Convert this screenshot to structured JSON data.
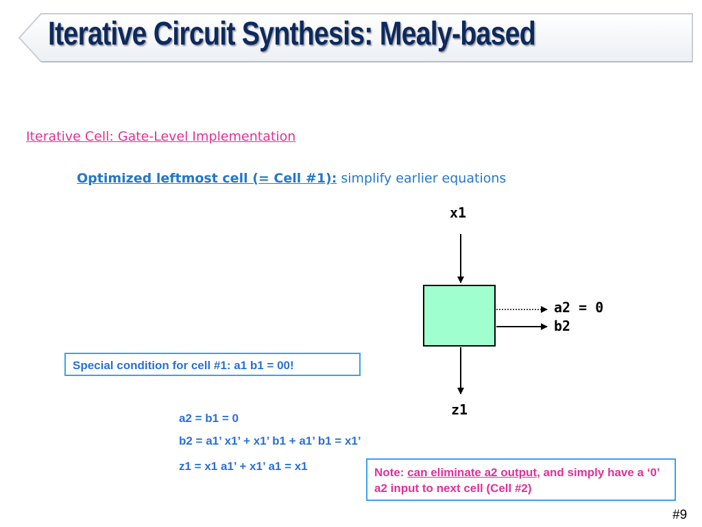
{
  "slide": {
    "title": "Iterative Circuit Synthesis:  Mealy-based",
    "section_heading": "Iterative Cell:  Gate-Level Implementation",
    "subtitle_bold": "Optimized leftmost cell (= Cell #1):",
    "subtitle_rest": "  simplify earlier equations",
    "page_number": "#9"
  },
  "diagram": {
    "input_top": "x1",
    "output_bottom": "z1",
    "output_a2": "a2 = 0",
    "output_b2": "b2",
    "cell_color": "#a0ffce"
  },
  "special_condition": "Special condition for cell #1:  a1 b1 = 00!",
  "equations": [
    "a2 = b1 = 0",
    "b2 = a1’ x1’ + x1’ b1  + a1’ b1 =  x1’",
    "z1 = x1 a1’ + x1’ a1 = x1"
  ],
  "note": {
    "prefix": "Note:  ",
    "underlined": "can eliminate a2 output",
    "rest": ", and simply have a ‘0’ a2 input to next cell (Cell #2)"
  },
  "colors": {
    "title": "#0d2a5e",
    "section_heading": "#e0309a",
    "subtitle": "#2277cc",
    "equations": "#2a6fd8",
    "box_border": "#3aa0e8",
    "note_text": "#e0309a"
  }
}
